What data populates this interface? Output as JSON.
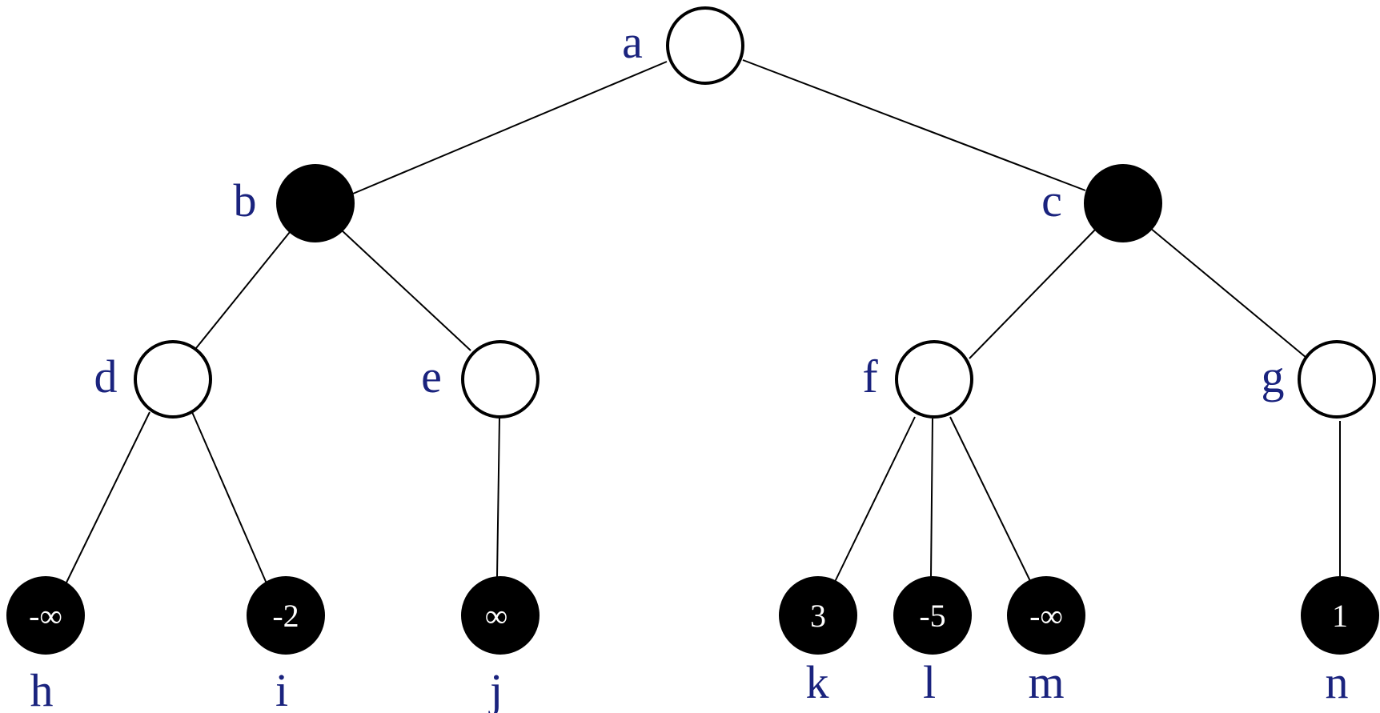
{
  "colors": {
    "label": "#1a237e",
    "filled_node": "#000000",
    "open_node": "#ffffff",
    "value_text": "#ffffff"
  },
  "nodes": {
    "a": {
      "label": "a",
      "style": "open"
    },
    "b": {
      "label": "b",
      "style": "filled"
    },
    "c": {
      "label": "c",
      "style": "filled"
    },
    "d": {
      "label": "d",
      "style": "open"
    },
    "e": {
      "label": "e",
      "style": "open"
    },
    "f": {
      "label": "f",
      "style": "open"
    },
    "g": {
      "label": "g",
      "style": "open"
    },
    "h": {
      "label": "h",
      "style": "filled",
      "value": "-∞"
    },
    "i": {
      "label": "i",
      "style": "filled",
      "value": "-2"
    },
    "j": {
      "label": "j",
      "style": "filled",
      "value": "∞"
    },
    "k": {
      "label": "k",
      "style": "filled",
      "value": "3"
    },
    "l": {
      "label": "l",
      "style": "filled",
      "value": "-5"
    },
    "m": {
      "label": "m",
      "style": "filled",
      "value": "-∞"
    },
    "n": {
      "label": "n",
      "style": "filled",
      "value": "1"
    }
  },
  "edges": [
    [
      "a",
      "b"
    ],
    [
      "a",
      "c"
    ],
    [
      "b",
      "d"
    ],
    [
      "b",
      "e"
    ],
    [
      "c",
      "f"
    ],
    [
      "c",
      "g"
    ],
    [
      "d",
      "h"
    ],
    [
      "d",
      "i"
    ],
    [
      "e",
      "j"
    ],
    [
      "f",
      "k"
    ],
    [
      "f",
      "l"
    ],
    [
      "f",
      "m"
    ],
    [
      "g",
      "n"
    ]
  ]
}
